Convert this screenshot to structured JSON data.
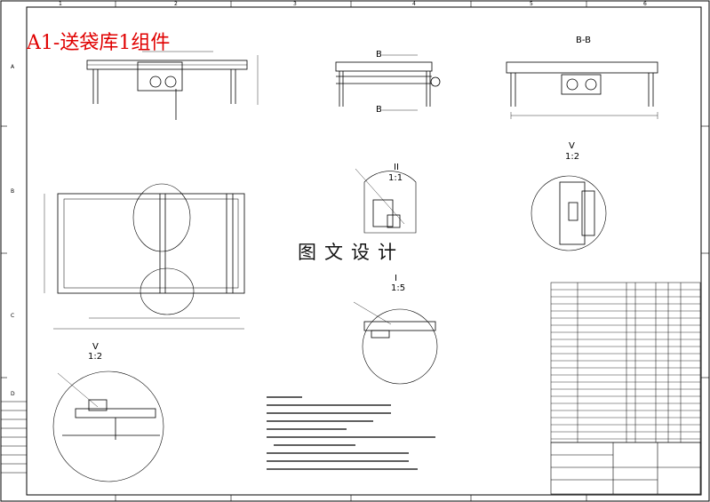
{
  "title": "A1-送袋库1组件",
  "watermark": "图文设计",
  "views": {
    "section_bb": "B-B",
    "section_b_top": "B",
    "section_b_bottom": "B",
    "detail_ii_label": "II",
    "detail_ii_scale": "1:1",
    "detail_i_label": "I",
    "detail_i_scale": "1:5",
    "detail_v_label": "V",
    "detail_v_scale": "1:2",
    "detail_v2_label": "V",
    "detail_v2_scale": "1:2"
  },
  "zone_labels": {
    "top": [
      "1",
      "2",
      "3",
      "4",
      "5",
      "6"
    ],
    "side": [
      "A",
      "B",
      "C",
      "D"
    ]
  },
  "colors": {
    "title": "#e00000",
    "line": "#000000",
    "watermark_bg": "#ffffff"
  }
}
